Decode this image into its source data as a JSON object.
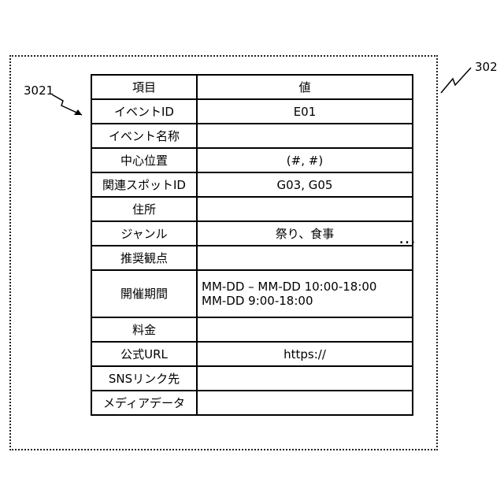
{
  "refs": {
    "outer": "302",
    "table": "3021"
  },
  "ellipsis": "…",
  "table": {
    "header": {
      "key": "項目",
      "value": "値"
    },
    "rows": [
      {
        "key": "イベントID",
        "value": "E01"
      },
      {
        "key": "イベント名称",
        "value": ""
      },
      {
        "key": "中心位置",
        "value": "(#, #)"
      },
      {
        "key": "関連スポットID",
        "value": "G03, G05"
      },
      {
        "key": "住所",
        "value": ""
      },
      {
        "key": "ジャンル",
        "value": "祭り、食事"
      },
      {
        "key": "推奨観点",
        "value": ""
      },
      {
        "key": "開催期間",
        "value": "MM-DD – MM-DD 10:00-18:00\nMM-DD 9:00-18:00"
      },
      {
        "key": "料金",
        "value": ""
      },
      {
        "key": "公式URL",
        "value": "https://"
      },
      {
        "key": "SNSリンク先",
        "value": ""
      },
      {
        "key": "メディアデータ",
        "value": ""
      }
    ]
  }
}
